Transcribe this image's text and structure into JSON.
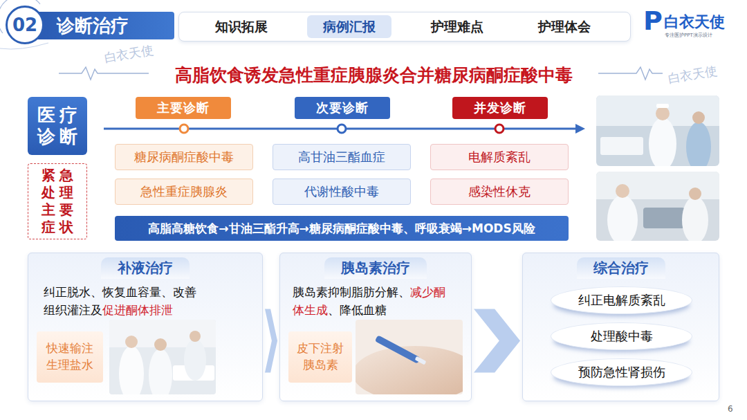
{
  "diagram": {
    "title": "高脂饮食诱发急性重症胰腺炎合并糖尿病酮症酸中毒",
    "nodes": [
      {
        "text": [
          "02"
        ]
      },
      {
        "text": [
          "诊断治疗"
        ]
      },
      {
        "text": [
          "知识拓展",
          "护理难点",
          "护理体会"
        ]
      },
      {
        "text": [
          "病例汇报"
        ],
        "in": 2
      },
      {
        "text": [
          "医疗诊断"
        ]
      },
      {
        "text": [
          "主要诊断"
        ]
      },
      {
        "text": [
          "次要诊断"
        ]
      },
      {
        "text": [
          "并发诊断"
        ]
      },
      {
        "text": [
          "糖尿病酮症酸中毒"
        ]
      },
      {
        "text": [
          "高甘油三酯血症"
        ]
      },
      {
        "text": [
          "电解质紊乱"
        ]
      },
      {
        "text": [
          "急性重症胰腺炎"
        ]
      },
      {
        "text": [
          "代谢性酸中毒"
        ]
      },
      {
        "text": [
          "感染性休克"
        ]
      },
      {
        "text": [
          "紧急处理主要症状"
        ]
      },
      {
        "text": [
          "高脂高糖饮食→甘油三酯升高→糖尿病酮症酸中毒、呼吸衰竭→MODS风险"
        ]
      },
      {
        "text": [
          "补液治疗",
          "纠正脱水、恢复血容量、改善组织灌注及",
          "促进酮体排泄"
        ]
      },
      {
        "text": [
          "快速输注生理盐水"
        ],
        "in": 16
      },
      {
        "text": [
          "胰岛素治疗",
          "胰岛素抑制脂肪分解、",
          "减少酮体生成",
          "、降低血糖"
        ]
      },
      {
        "text": [
          "皮下注射胰岛素"
        ],
        "in": 18
      },
      {
        "text": [
          "综合治疗"
        ]
      },
      {
        "text": [
          "纠正电解质紊乱"
        ],
        "in": 20
      },
      {
        "text": [
          "处理酸中毒"
        ],
        "in": 20
      },
      {
        "text": [
          "预防急性肾损伤"
        ],
        "in": 20
      }
    ],
    "edges": [
      {
        "from": 16,
        "to": 18,
        "arrow": "to"
      },
      {
        "from": 18,
        "to": 20,
        "arrow": "to"
      }
    ],
    "labels": [
      "P",
      "白衣天使",
      "专注医护PPT演示设计",
      "6",
      "白衣天使",
      "白衣天使"
    ]
  }
}
